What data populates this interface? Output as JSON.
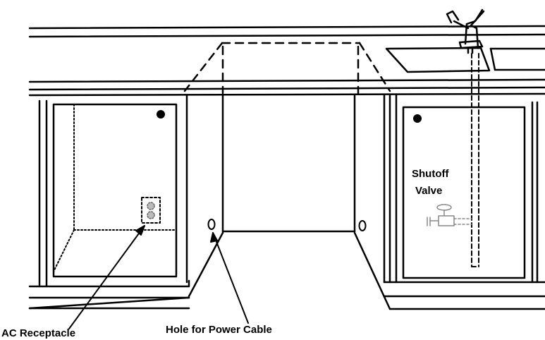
{
  "labels": {
    "ac_receptacle": "AC Receptacle",
    "hole_power_cable": "Hole for Power Cable",
    "shutoff": "Shutoff",
    "valve": "Valve"
  },
  "colors": {
    "line": "#000000",
    "valve_gray": "#888888",
    "outlet_fill": "#bbbbbb"
  }
}
